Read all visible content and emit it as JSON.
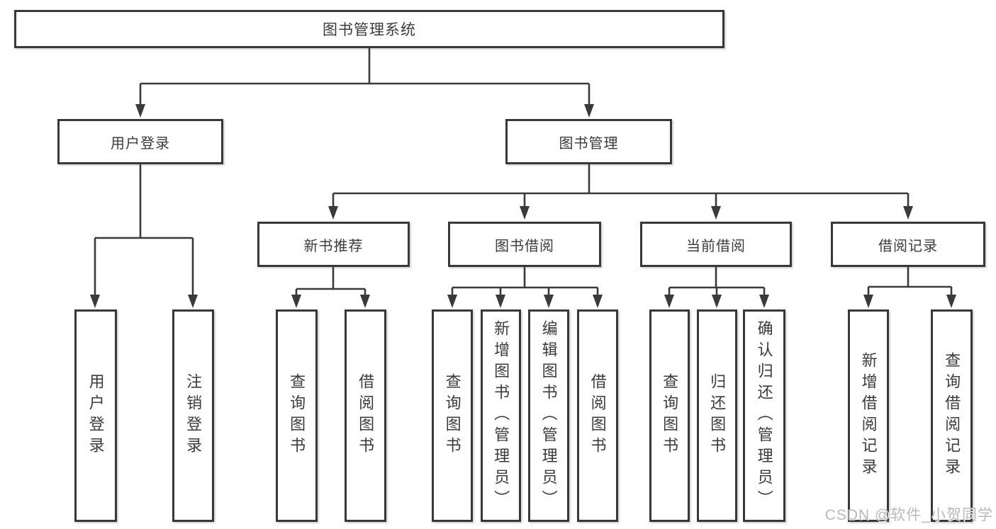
{
  "diagram_title": "图书管理系统",
  "nodes": {
    "root": "图书管理系统",
    "user_login": "用户登录",
    "book_mgmt": "图书管理",
    "new_book_rec": "新书推荐",
    "book_borrow": "图书借阅",
    "current_borrow": "当前借阅",
    "borrow_records": "借阅记录",
    "ul_user_login": "用户登录",
    "ul_logout": "注销登录",
    "nb_query_books": "查询图书",
    "nb_borrow_books": "借阅图书",
    "bb_query_books": "查询图书",
    "bb_add_books": "新增图书（管理员）",
    "bb_edit_books": "编辑图书（管理员）",
    "bb_borrow_books": "借阅图书",
    "cb_query_books": "查询图书",
    "cb_return_books": "归还图书",
    "cb_confirm_return": "确认归还（管理员）",
    "br_add_record": "新增借阅记录",
    "br_query_record": "查询借阅记录"
  },
  "edges": [
    [
      "root",
      "user_login"
    ],
    [
      "root",
      "book_mgmt"
    ],
    [
      "user_login",
      "ul_user_login"
    ],
    [
      "user_login",
      "ul_logout"
    ],
    [
      "book_mgmt",
      "new_book_rec"
    ],
    [
      "book_mgmt",
      "book_borrow"
    ],
    [
      "book_mgmt",
      "current_borrow"
    ],
    [
      "book_mgmt",
      "borrow_records"
    ],
    [
      "new_book_rec",
      "nb_query_books"
    ],
    [
      "new_book_rec",
      "nb_borrow_books"
    ],
    [
      "book_borrow",
      "bb_query_books"
    ],
    [
      "book_borrow",
      "bb_add_books"
    ],
    [
      "book_borrow",
      "bb_edit_books"
    ],
    [
      "book_borrow",
      "bb_borrow_books"
    ],
    [
      "current_borrow",
      "cb_query_books"
    ],
    [
      "current_borrow",
      "cb_return_books"
    ],
    [
      "current_borrow",
      "cb_confirm_return"
    ],
    [
      "borrow_records",
      "br_add_record"
    ],
    [
      "borrow_records",
      "br_query_record"
    ]
  ],
  "watermark": {
    "text": "CSDN @软件_小贺同学"
  },
  "colors": {
    "background": "#ffffff",
    "line": "#3a3a3a",
    "border": "#383838",
    "text": "#3b3b3b",
    "watermark": "#b9b9b9"
  }
}
